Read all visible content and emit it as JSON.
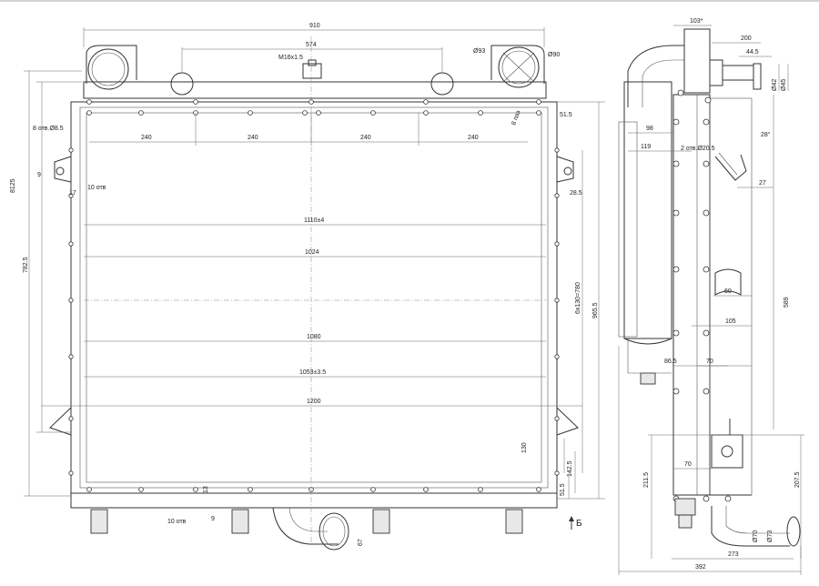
{
  "front_view": {
    "dims": {
      "top_width": "910",
      "pipe_spacing": "574",
      "cap_thread": "M16x1.5",
      "inlet_left_dia": "Ø93",
      "inlet_right_dia": "Ø90",
      "holes_top": "8 отв.Ø8.5",
      "hole_pitch": "240",
      "slot": "8 паз",
      "height_total": "8125",
      "height_core": "782.5",
      "offset_9": "9",
      "offset_17": "17",
      "holes_side": "10 отв",
      "side_515": "51.5",
      "side_285": "28.5",
      "w_1110": "1110±4",
      "w_1024": "1024",
      "w_1080": "1080",
      "w_1053": "1053±3.5",
      "w_1200": "1200",
      "pitch_side": "6x130=780",
      "height_9655": "965.5",
      "bottom_130": "130",
      "bottom_1425": "142.5",
      "bottom_515": "51.5",
      "bottom_13": "13",
      "bottom_holes": "10 отв",
      "bottom_9": "9",
      "outlet_67": "67",
      "view_mark": "Б"
    }
  },
  "side_view": {
    "dims": {
      "top_103": "103*",
      "top_200": "200",
      "top_445": "44.5",
      "dia_42": "Ø42",
      "dia_45": "Ø45",
      "w_98": "98",
      "w_119": "119",
      "holes_2": "2 отв.Ø20.5",
      "angle_28": "28°",
      "dim_27": "27",
      "dim_60": "60",
      "h_589": "589",
      "dim_105": "105",
      "dim_865": "86.5",
      "dim_70a": "70",
      "dim_70b": "70",
      "h_2115": "211.5",
      "h_2075": "207.5",
      "dia_70": "Ø70",
      "dia_73": "Ø73",
      "w_273": "273",
      "w_392": "392"
    }
  }
}
